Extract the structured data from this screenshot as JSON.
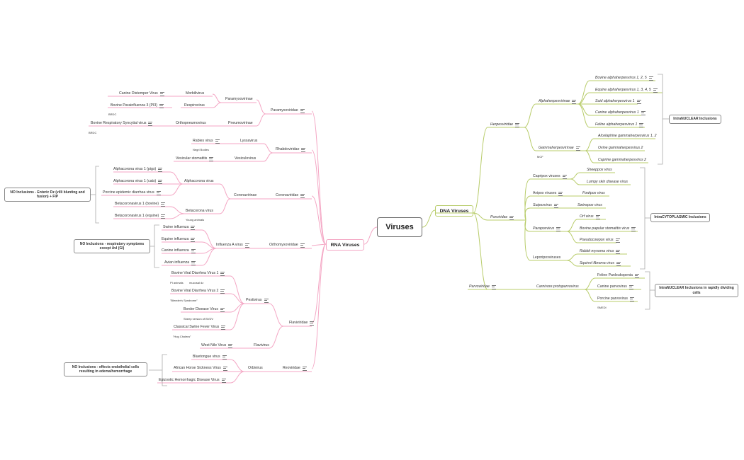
{
  "root": "Viruses",
  "rna_branch": "RNA Viruses",
  "dna_branch": "DNA Viruses",
  "colors": {
    "rna": "#f4a6c4",
    "dna": "#b8cc6a",
    "summary": "#aaaaaa"
  },
  "rna": {
    "paramyxoviridae": "Paramyxoviridae",
    "paramyxovirinae": "Paramyxovirinae",
    "pneumovirinae": "Pneumovirinae",
    "morbilivirus": "Morbilivirus",
    "respirovirus": "Respirovirus",
    "orthopneumovirus": "Orthopneumovirus",
    "canine_distemper": "Canine Distemper Virus",
    "bovine_parainfluenza": "Bovine Parainfluenza 3 (PI3)",
    "brsv": "Bovine Respiratory Syncytial virus",
    "brdc_1": "BRDC",
    "brdc_2": "BRDC",
    "rhabdoviridae": "Rhabdoviridae",
    "lyssavirus": "Lyssavirus",
    "vesiculovirus": "Vesiculovirus",
    "rabies": "Rabies virus",
    "negri": "Negri Bodies",
    "vesicular_stomatitis": "Vesicular stomatitis",
    "coronaviridae": "Coronaviridae",
    "coronavirinae": "Coronavirinae",
    "alphacorona": "Alphacorona virus",
    "betacorona": "Betacorona virus",
    "young_animals": "Young animals",
    "alpha_pigs": "Alphacorona virus 1 (pigs)",
    "alpha_cats": "Alphacorona virus 1 (cats)",
    "pedv": "Porcine epidemic diarrhea virus",
    "beta_bovine": "Betacoronavirus 1 (bovine)",
    "beta_equine": "Betacoronavirus 1 (equine)",
    "orthomyxoviridae": "Orthomyxoviridae",
    "influenza_a": "Influenza A virus",
    "swine_flu": "Swine influenza",
    "equine_flu": "Equine influenza",
    "canine_flu": "Canine influenza",
    "avian_flu": "Avian influenza",
    "flaviviridae": "Flaviviridae",
    "pestivirus": "Pestivirus",
    "flavivirus": "Flavivirus",
    "bvdv1": "Bovine Viral Diarrhea Virus 1",
    "pi_animals": "PI animals",
    "mucosal": "mucosal dz",
    "bvdv2": "Bovine Viral Diarrhea Virus 2",
    "bleeders": "\"Bleeder's Syndrome\"",
    "border": "Border Disease Virus",
    "sheep_bvdv": "Sheep version of BVDV",
    "csfv": "Classical Swine Fever Virus",
    "hog_cholera": "\"Hog Cholera\"",
    "west_nile": "West Nile Virus",
    "reoviridae": "Reoviridae",
    "orbivirus": "Orbivirus",
    "bluetongue": "Bluetongue virus",
    "ahs": "African Horse Sickness Virus",
    "ehd": "Epizootic Hemorrhagic Disease Virus"
  },
  "rna_summaries": {
    "corona": "NO Inclusions - Enteric Dz (villi blunting and fusion) + FIP",
    "influenza": "NO Inclusions - respiratory symptoms except AvI (GI)",
    "reo": "NO Inclusions - effects endothelial cells resulting in edema/hemorrhage"
  },
  "dna": {
    "herpesviridae": "Herpesviridae",
    "alphaherpesvirinae": "Alphaherpesvirinae",
    "gammaherpesvirinae": "Gammaherpesvirinae",
    "mcf": "MCF",
    "bovine_alpha": "Bovine alphaherpesvirus 1, 2, 5",
    "equine_alpha": "Equine alphaherpesvirus 1, 3, 4, 5",
    "suid_alpha": "Suid alphaherpesvirus 1",
    "canine_alpha": "Canine alphaherpesvirus 1",
    "feline_alpha": "Feline alphaherpesvirus 1",
    "alcelaphine": "Alcelaphine gammaherpesvirus 1, 2",
    "ovine_gamma": "Ovine gammaherpesvirus 2",
    "caprine_gamma": "Caprine gammaherpesvirus 2",
    "poxviridae": "Poxviridae",
    "capripox": "Capripox viruses",
    "sheeppox": "Sheeppox virus",
    "lumpy": "Lumpy skin disease virus",
    "avipox": "Avipox viruses",
    "fowlpox": "Fowlpox virus",
    "suipoxvirus": "Suipoxvirus",
    "swinepox": "Swinepox virus",
    "parapoxvirus": "Parapoxvirus",
    "orf": "Orf virus",
    "bpsv": "Bovine papular stomatitis virus",
    "pseudocowpox": "Pseudocowpox virus",
    "leporipox": "Leporipoxviruses",
    "rabbit_myxoma": "Rabbit myxoma virus",
    "squirrel_fibroma": "Squirrel fibroma virus",
    "parvoviridae": "Parvoviridae",
    "carnivore_proto": "Carnivore protoparvovirus",
    "fpv": "Feline Panleukopenia",
    "cpv": "Canine parvovirus",
    "ppv": "Porcine parvovirus",
    "smedi": "SMEDI"
  },
  "dna_summaries": {
    "herpes": "IntraNUCLEAR Inclusions",
    "pox": "IntraCYTOPLASMIC Inclusions",
    "parvo": "IntraNUCLEAR Inclusions in rapidly dividing cells"
  }
}
